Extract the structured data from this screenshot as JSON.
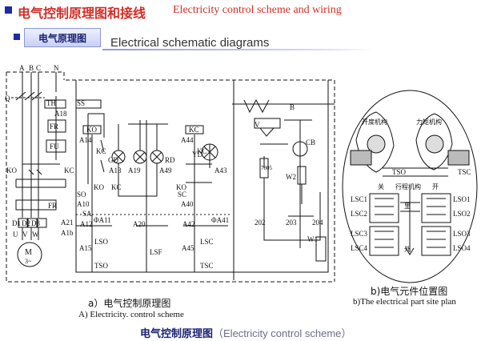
{
  "header": {
    "title_cn": "电气控制原理图和接线",
    "title_en": "Electricity control scheme and wiring"
  },
  "section": {
    "badge": "电气原理图",
    "title": "Electrical schematic diagrams"
  },
  "schematic_a": {
    "caption_cn": "a）电气控制原理图",
    "caption_en": "A) Electricity. control scheme",
    "labels": {
      "phase_a": "A",
      "phase_b": "B",
      "phase_c": "C",
      "neutral": "N",
      "q": "Q",
      "th": "TH",
      "a18": "A18",
      "fr_top": "FR",
      "fu": "FU",
      "ss": "SS",
      "b_top": "B",
      "ko_mid": "KO",
      "kc_left": "KC",
      "d1": "D1",
      "d2": "D2",
      "d3": "D3",
      "u": "U",
      "v": "V",
      "w": "W",
      "fr_left": "FR",
      "motor": "M",
      "motor_phase": "3~",
      "ko_box": "KO",
      "a14": "A14",
      "kc_a": "KC",
      "gd": "GD",
      "a13": "A13",
      "a19": "A19",
      "ko_b": "KO",
      "kc_b": "KC",
      "so": "SO",
      "a10": "A10",
      "sa": "SA",
      "a21": "A21",
      "a1b": "A1b",
      "a11": "ΦA11",
      "a12": "A12",
      "a20": "A20",
      "lso": "LSO",
      "a15": "A15",
      "tso": "TSO",
      "lsf": "LSF",
      "rd": "RD",
      "a49": "A49",
      "kc_box": "KC",
      "a44": "A44",
      "kc_c": "KC",
      "ko_c": "KO",
      "sc": "SC",
      "a40": "A40",
      "a43": "A43",
      "yd": "YD",
      "a42": "A42",
      "a41": "ΦA41",
      "lsc": "LSC",
      "a45": "A45",
      "tsc": "TSC",
      "v_box": "V",
      "b_right": "B",
      "cb": "CB",
      "r7805": "7805",
      "w2": "W2",
      "n202": "202",
      "n203": "203",
      "n204": "204",
      "w1": "W1"
    }
  },
  "schematic_b": {
    "caption_cn": "b)电气元件位置图",
    "caption_en": "b)The electrical part site plan",
    "labels": {
      "open_mech": "开度机构",
      "torque_mech": "力矩机构",
      "tso": "TSO",
      "tsc": "TSC",
      "close": "关",
      "travel_mech": "行程机构",
      "open": "开",
      "inside": "里",
      "outside": "外",
      "lsc1": "LSC1",
      "lsc2": "LSC2",
      "lsc3": "LSC3",
      "lsc4": "LSC4",
      "lso1": "LSO1",
      "lso2": "LSO2",
      "lso3": "LSO3",
      "lso4": "LSO4"
    }
  },
  "footer": {
    "cn": "电气控制原理图",
    "en": "（Electricity control scheme）"
  },
  "colors": {
    "header_red": "#d12e26",
    "accent_blue": "#1e2aa6",
    "badge_text": "#1b2270"
  }
}
